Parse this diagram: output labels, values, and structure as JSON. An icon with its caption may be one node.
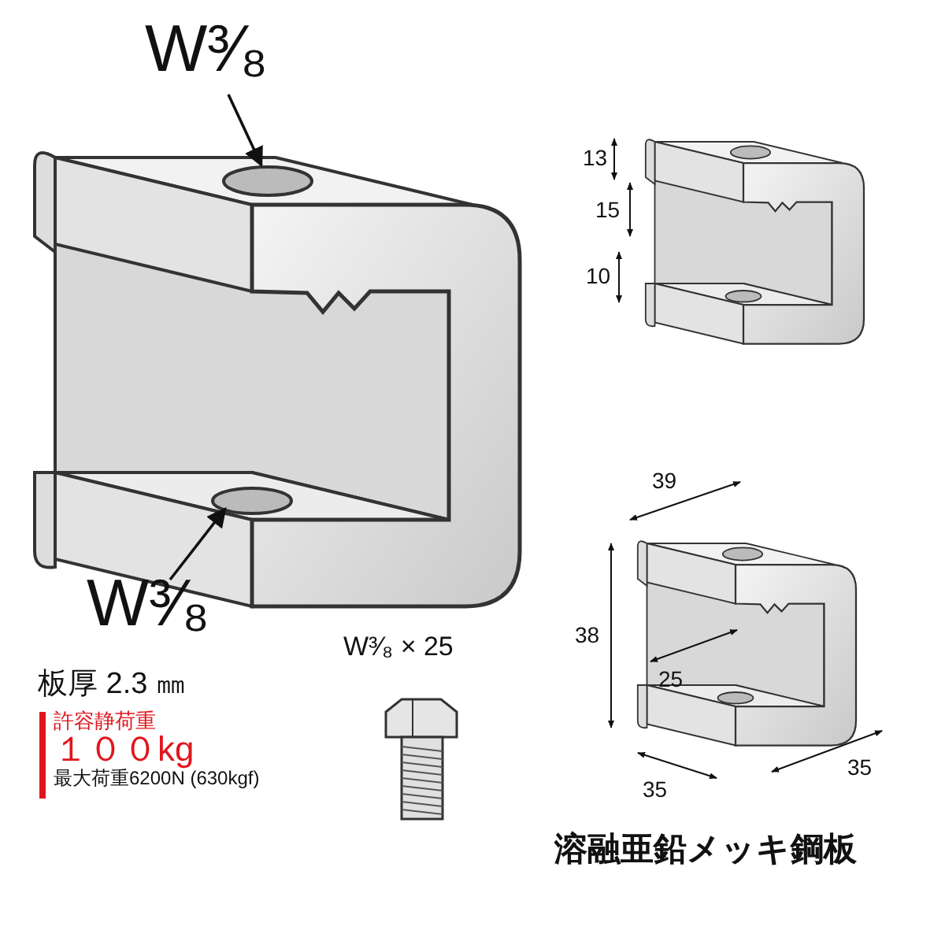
{
  "diagram": {
    "nodes": [
      {
        "text": [
          "W³⁄₈"
        ]
      },
      {
        "text": [],
        "shape": "circle"
      },
      {
        "text": [
          "W³⁄₈"
        ]
      },
      {
        "text": [],
        "shape": "circle"
      }
    ],
    "edges": [
      {
        "from": 0,
        "to": 1,
        "arrow": "to"
      },
      {
        "from": 2,
        "to": 3,
        "arrow": "to"
      }
    ],
    "labels": [
      "13",
      "15",
      "10",
      "39",
      "38",
      "25",
      "35",
      "35",
      "W³⁄₈ × 25",
      "板厚 2.3 ㎜",
      "許容静荷重",
      "１００kg",
      "最大荷重6200N (630kgf)",
      "溶融亜鉛メッキ鋼板"
    ]
  }
}
